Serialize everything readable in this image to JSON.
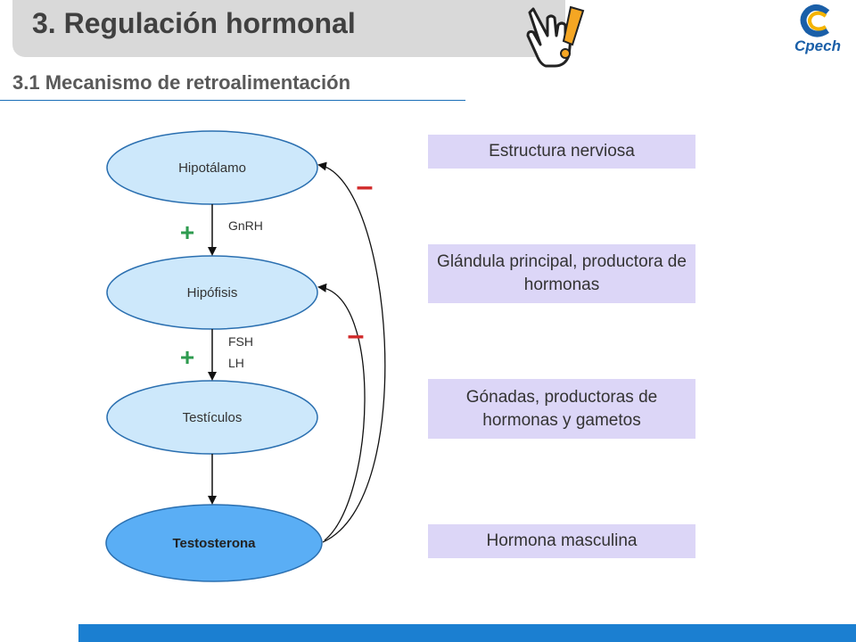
{
  "header": {
    "title": "3. Regulación hormonal",
    "subtitle": "3.1 Mecanismo de retroalimentación",
    "logo_text": "Cpech"
  },
  "diagram": {
    "nodes": [
      {
        "label": "Hipotálamo"
      },
      {
        "label": "Hipófisis"
      },
      {
        "label": "Testículos"
      },
      {
        "label": "Testosterona"
      }
    ],
    "arrows": [
      {
        "label_lines": [
          "GnRH"
        ],
        "sign": "+"
      },
      {
        "label_lines": [
          "FSH",
          "LH"
        ],
        "sign": "+"
      }
    ],
    "feedback": [
      {
        "target": "Hipotálamo",
        "sign": "–"
      },
      {
        "target": "Hipófisis",
        "sign": "–"
      }
    ]
  },
  "descriptions": [
    {
      "text": "Estructura nerviosa"
    },
    {
      "text": "Glándula principal, productora de hormonas"
    },
    {
      "text": "Gónadas, productoras de hormonas y gametos"
    },
    {
      "text": "Hormona masculina"
    }
  ],
  "colors": {
    "node_fill": "#cde8fb",
    "testosterone_fill": "#5aaef5",
    "description_fill": "#dcd6f7",
    "positive": "#2e9b4f",
    "negative": "#d12b2b",
    "bottom_bar": "#1b7fd1"
  },
  "icons": {
    "hand": "pointing-hand-warning-icon",
    "logo": "cpech-logo"
  }
}
